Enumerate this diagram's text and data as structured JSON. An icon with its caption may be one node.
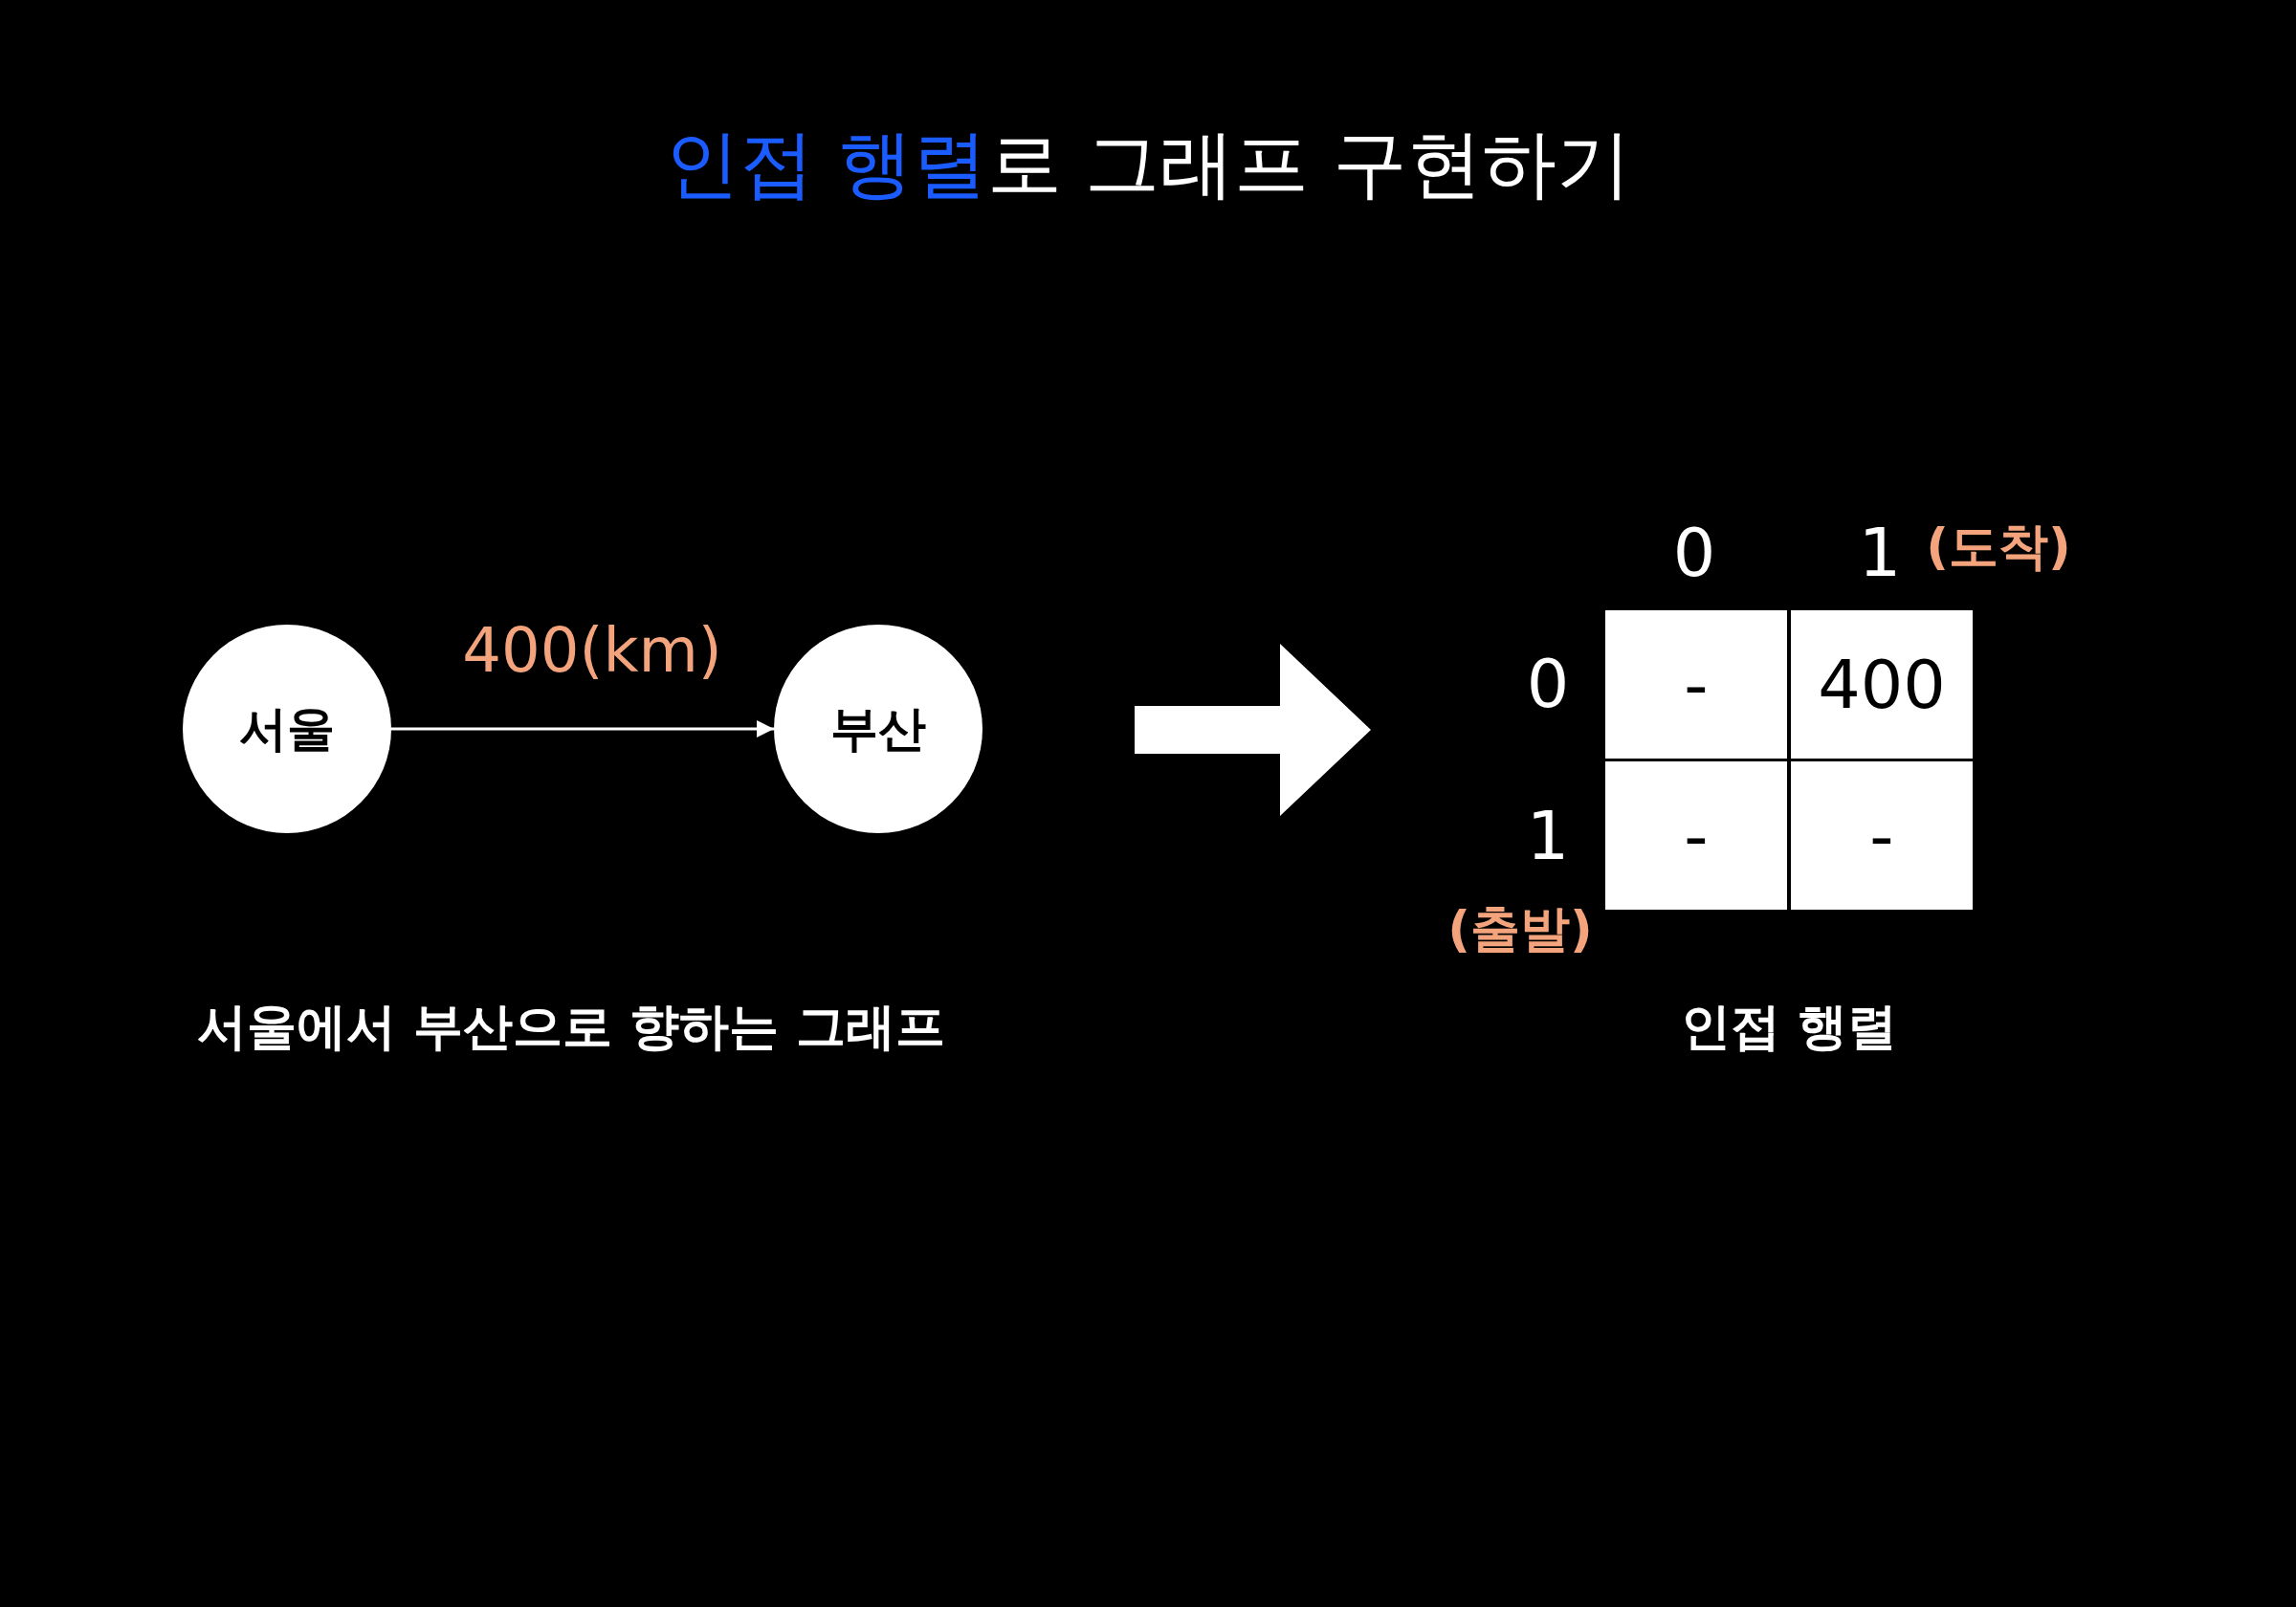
{
  "diagram": {
    "title": "**인접 행렬**로 그래프 구현하기",
    "nodes": [
      {
        "text": [
          "서울"
        ]
      },
      {
        "text": [
          "부산"
        ]
      },
      {
        "text": [],
        "shape": "box",
        "beside": [
          "인접 행렬"
        ]
      }
    ],
    "edges": [
      {
        "from": 0,
        "to": 1,
        "arrow": "to",
        "label": "400(km)"
      }
    ],
    "labels": [
      "서울에서 부산으로 향하는 그래프",
      "0",
      "1",
      "(도착)",
      "0",
      "-",
      "400",
      "1",
      "-",
      "-",
      "(출발)"
    ]
  }
}
